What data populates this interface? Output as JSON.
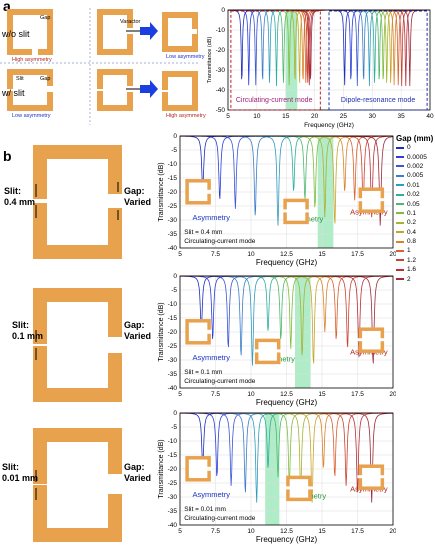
{
  "panel_a": {
    "letter": "a",
    "row_labels": {
      "without": "w/o slit",
      "with": "w/ slit"
    },
    "cells": {
      "top_left_gap": "Gap",
      "top_left_caption": "High asymmetry",
      "top_mid_varactor": "Varactor",
      "top_right_caption": "Low asymmetry",
      "bot_left_slit": "Slit",
      "bot_left_gap": "Gap",
      "bot_left_caption": "Low asymmetry",
      "bot_right_caption": "High asymmetry"
    }
  },
  "panel_b": {
    "letter": "b"
  },
  "left_structures": [
    {
      "slit_label": "Slit:",
      "slit_value": "0.4 mm",
      "gap_label": "Gap:",
      "gap_value": "Varied"
    },
    {
      "slit_label": "Slit:",
      "slit_value": "0.1 mm",
      "gap_label": "Gap:",
      "gap_value": "Varied"
    },
    {
      "slit_label": "Slit:",
      "slit_value": "0.01 mm",
      "gap_label": "Gap:",
      "gap_value": "Varied"
    }
  ],
  "legend": {
    "title": "Gap (mm)",
    "entries": [
      "0",
      "0.0005",
      "0.002",
      "0.005",
      "0.01",
      "0.02",
      "0.05",
      "0.1",
      "0.2",
      "0.4",
      "0.8",
      "1",
      "1.2",
      "1.6",
      "2"
    ]
  },
  "chart_data": [
    {
      "type": "line",
      "id": "top",
      "xlabel": "Frequency (GHz)",
      "ylabel": "Transmittance (dB)",
      "xlim": [
        5,
        40
      ],
      "ylim": [
        -50,
        0
      ],
      "xticks": [
        5,
        10,
        15,
        20,
        25,
        30,
        35,
        40
      ],
      "yticks": [
        0,
        -10,
        -20,
        -30,
        -40,
        -50
      ],
      "band": [
        15,
        17
      ],
      "annotations": [
        "Circulating-current mode",
        "Dipole-resonance mode"
      ],
      "series_resonances": {
        "circulating": [
          7.4,
          8.6,
          9.8,
          11.0,
          12.2,
          13.4,
          14.6,
          15.6,
          16.6,
          17.4,
          18.0,
          18.5,
          18.8,
          19.1,
          19.3
        ],
        "dipole": [
          25.2,
          26.3,
          27.4,
          28.5,
          29.5,
          30.4,
          31.2,
          31.9,
          32.5,
          33.2,
          33.8,
          34.5,
          35.1,
          35.8,
          36.5
        ]
      }
    },
    {
      "type": "line",
      "id": "b1",
      "xlabel": "Frequency (GHz)",
      "ylabel": "Transmittance (dB)",
      "xlim": [
        5,
        20
      ],
      "ylim": [
        -40,
        0
      ],
      "xticks": [
        5,
        7.5,
        10,
        12.5,
        15,
        17.5,
        20
      ],
      "yticks": [
        0,
        -5,
        -10,
        -15,
        -20,
        -25,
        -30,
        -35,
        -40
      ],
      "band": [
        14.7,
        15.8
      ],
      "annotations": [
        "Asymmetry",
        "Symmetry",
        "Asymmetry"
      ],
      "notes": [
        "Slit = 0.4 mm",
        "Circulating-current mode"
      ],
      "series_resonances": [
        6.6,
        7.8,
        8.9,
        10.3,
        11.9,
        13.0,
        13.8,
        14.5,
        15.2,
        15.9,
        16.6,
        17.3,
        17.9,
        18.5,
        19.1
      ]
    },
    {
      "type": "line",
      "id": "b2",
      "xlabel": "Frequency (GHz)",
      "ylabel": "Transmittance (dB)",
      "xlim": [
        5,
        20
      ],
      "ylim": [
        -40,
        0
      ],
      "xticks": [
        5,
        7.5,
        10,
        12.5,
        15,
        17.5,
        20
      ],
      "yticks": [
        0,
        -5,
        -10,
        -15,
        -20,
        -25,
        -30,
        -35,
        -40
      ],
      "band": [
        13.1,
        14.2
      ],
      "annotations": [
        "Asymmetry",
        "Symmetry",
        "Asymmetry"
      ],
      "notes": [
        "Slit = 0.1 mm",
        "Circulating-current mode"
      ],
      "series_resonances": [
        6.5,
        7.3,
        8.4,
        9.3,
        10.1,
        11.2,
        12.1,
        12.8,
        13.6,
        14.4,
        15.2,
        16.0,
        16.8,
        17.6,
        18.6
      ]
    },
    {
      "type": "line",
      "id": "b3",
      "xlabel": "Frequency (GHz)",
      "ylabel": "Transmittance (dB)",
      "xlim": [
        5,
        20
      ],
      "ylim": [
        -40,
        0
      ],
      "xticks": [
        5,
        7.5,
        10,
        12.5,
        15,
        17.5,
        20
      ],
      "yticks": [
        0,
        -5,
        -10,
        -15,
        -20,
        -25,
        -30,
        -35,
        -40
      ],
      "band": [
        11.0,
        12.0
      ],
      "annotations": [
        "Asymmetry",
        "Symmetry",
        "Asymmetry"
      ],
      "notes": [
        "Slit = 0.01 mm",
        "Circulating-current mode"
      ],
      "series_resonances": [
        6.6,
        7.6,
        8.6,
        9.6,
        10.4,
        11.2,
        11.9,
        12.7,
        13.5,
        14.3,
        15.1,
        15.9,
        16.7,
        17.5,
        18.5
      ]
    }
  ],
  "colors": {
    "orange": "#e8a24e",
    "band": "#6fdc9a",
    "series": [
      "#1f2dbf",
      "#2b3fd8",
      "#3a57d4",
      "#3b7ec9",
      "#2f9bbf",
      "#2fae9c",
      "#4fb86d",
      "#7fbc3f",
      "#a5b531",
      "#c7a52c",
      "#d9842a",
      "#d8612e",
      "#cc4230",
      "#b82e3b",
      "#9e2a3a"
    ]
  }
}
